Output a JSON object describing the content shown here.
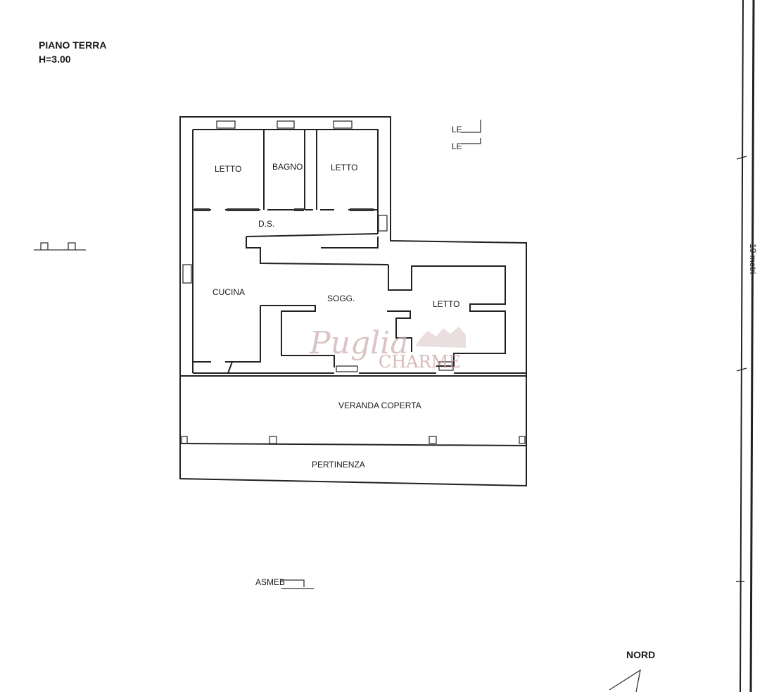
{
  "header": {
    "title": "PIANO TERRA",
    "height": "H=3.00"
  },
  "rooms": {
    "letto_left": "LETTO",
    "bagno": "BAGNO",
    "letto_mid": "LETTO",
    "ds": "D.S.",
    "cucina": "CUCINA",
    "soggiorno": "SOGG.",
    "letto_right": "LETTO",
    "veranda": "VERANDA COPERTA",
    "pertinenza": "PERTINENZA"
  },
  "legend_fragments": [
    "LE",
    "LE"
  ],
  "scale_label": "10 metri",
  "misc_label": "ASMEB",
  "north_label": "NORD",
  "watermark": {
    "script": "Puglia",
    "caps": "CHARME",
    "color": "#c9a0a4"
  },
  "colors": {
    "ink": "#222222",
    "paper": "#ffffff"
  }
}
